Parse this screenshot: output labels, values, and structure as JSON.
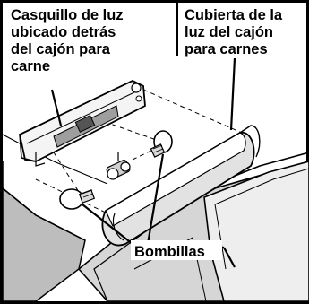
{
  "labels": {
    "socket": [
      "Casquillo de luz",
      "ubicado detrás",
      "del cajón para",
      "carne"
    ],
    "cover": [
      "Cubierta de la",
      "luz del cajón",
      "para carnes"
    ],
    "bulbs": "Bombillas"
  }
}
